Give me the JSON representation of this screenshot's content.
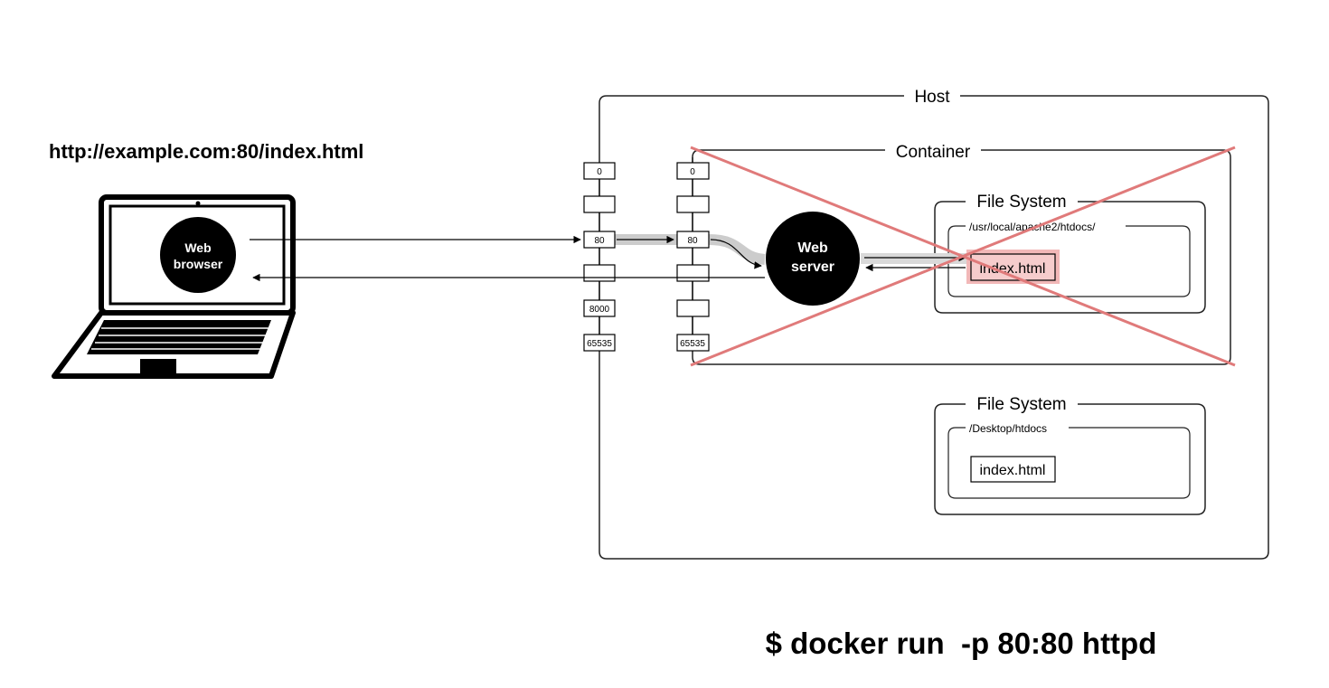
{
  "url_text": "http://example.com:80/index.html",
  "browser": {
    "line1": "Web",
    "line2": "browser"
  },
  "host": {
    "label": "Host"
  },
  "container": {
    "label": "Container",
    "crossed_out": true,
    "cross_color": "#e07a7a"
  },
  "web_server": {
    "line1": "Web",
    "line2": "server"
  },
  "host_ports": [
    "0",
    "",
    "80",
    "",
    "8000",
    "65535"
  ],
  "container_ports": [
    "0",
    "",
    "80",
    "",
    "",
    "65535"
  ],
  "container_fs": {
    "title": "File System",
    "path": "/usr/local/apache2/htdocs/",
    "file": "index.html",
    "highlight_color": "#f2b8b8"
  },
  "host_fs": {
    "title": "File System",
    "path": "/Desktop/htdocs",
    "file": "index.html"
  },
  "command": "$ docker run  -p 80:80 httpd"
}
